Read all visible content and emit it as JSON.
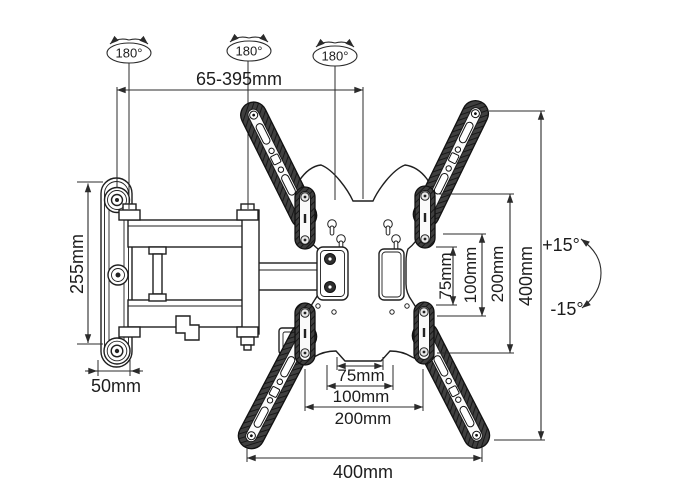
{
  "diagram": {
    "title_hint": "Full-motion TV wall mount dimension drawing",
    "swivel_labels": {
      "arm_wall": "180°",
      "arm_elbow": "180°",
      "plate": "180°"
    },
    "extension_range": "65-395mm",
    "wall_plate_height": "255mm",
    "wall_plate_width": "50mm",
    "bottom_dims": {
      "vesa_75": "75mm",
      "vesa_100": "100mm",
      "vesa_200": "200mm",
      "overall_400": "400mm"
    },
    "right_dims": {
      "vesa_75": "75mm",
      "vesa_100": "100mm",
      "vesa_200": "200mm",
      "overall_400": "400mm"
    },
    "tilt": {
      "up": "+15°",
      "down": "-15°"
    },
    "line_color": "#2b2b2b",
    "arm_color": "#3f3f3f"
  }
}
